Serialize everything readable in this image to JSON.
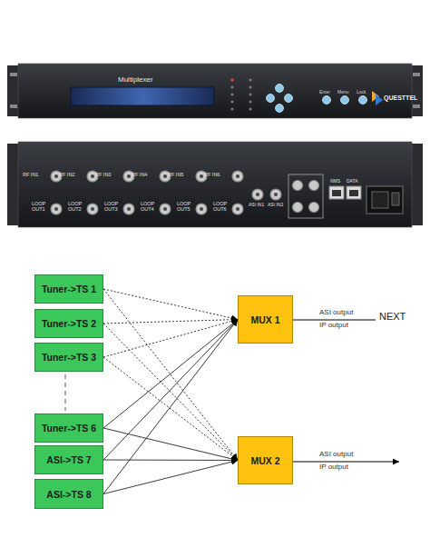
{
  "diagram": {
    "nodes": [
      {
        "text": [
          "Tuner->TS 1"
        ]
      },
      {
        "text": [
          "Tuner->TS 2"
        ]
      },
      {
        "text": [
          "Tuner->TS 3"
        ]
      },
      {
        "text": [
          "Tuner->TS 6"
        ]
      },
      {
        "text": [
          "ASI->TS 7"
        ]
      },
      {
        "text": [
          "ASI->TS 8"
        ]
      },
      {
        "text": [
          "MUX 1"
        ]
      },
      {
        "text": [
          "MUX 2"
        ]
      }
    ],
    "edges": [
      {
        "from": 0,
        "to": 6,
        "arrow": "to"
      },
      {
        "from": 1,
        "to": 6,
        "arrow": "to"
      },
      {
        "from": 2,
        "to": 6,
        "arrow": "to"
      },
      {
        "from": 3,
        "to": 6,
        "arrow": "to"
      },
      {
        "from": 4,
        "to": 6,
        "arrow": "to"
      },
      {
        "from": 5,
        "to": 6,
        "arrow": "to"
      },
      {
        "from": 0,
        "to": 7,
        "arrow": "to"
      },
      {
        "from": 1,
        "to": 7,
        "arrow": "to"
      },
      {
        "from": 2,
        "to": 7,
        "arrow": "to"
      },
      {
        "from": 3,
        "to": 7,
        "arrow": "to"
      },
      {
        "from": 4,
        "to": 7,
        "arrow": "to"
      },
      {
        "from": 5,
        "to": 7,
        "arrow": "to"
      }
    ],
    "labels": [
      "Multiplexer",
      "Enter",
      "Menu",
      "Lock",
      "QUESTTEL",
      "RF IN1",
      "RF IN2",
      "RF IN3",
      "RF IN4",
      "RF IN5",
      "RF IN6",
      "LOOP OUT1",
      "LOOP OUT2",
      "LOOP OUT3",
      "LOOP OUT4",
      "LOOP OUT5",
      "LOOP OUT6",
      "ASI IN1",
      "ASI IN2",
      "NMS",
      "DATA",
      "ASI output",
      "IP output",
      "NEXT",
      "ASI output",
      "IP output"
    ]
  }
}
